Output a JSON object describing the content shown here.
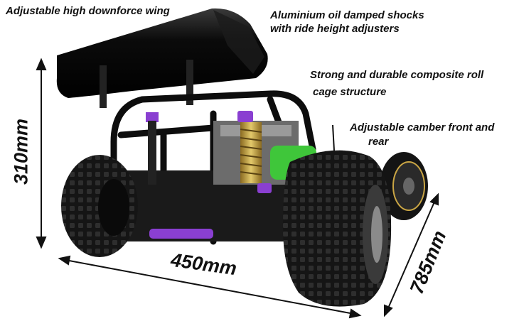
{
  "callouts": {
    "wing": "Adjustable high downforce wing",
    "shocks_line1": "Aluminium oil damped shocks",
    "shocks_line2": "with ride height adjusters",
    "cage_line1": "Strong and durable composite roll",
    "cage_line2": "cage structure",
    "camber_line1": "Adjustable camber front and",
    "camber_line2": "rear"
  },
  "dimensions": {
    "height": "310mm",
    "width": "450mm",
    "length": "785mm"
  },
  "colors": {
    "chassis": "#0d0d0d",
    "tire": "#151515",
    "accent_purple": "#8a3fd1",
    "accent_green": "#3fc63a",
    "spring_gold": "#c9a544",
    "wing": "#0b0b0b"
  }
}
